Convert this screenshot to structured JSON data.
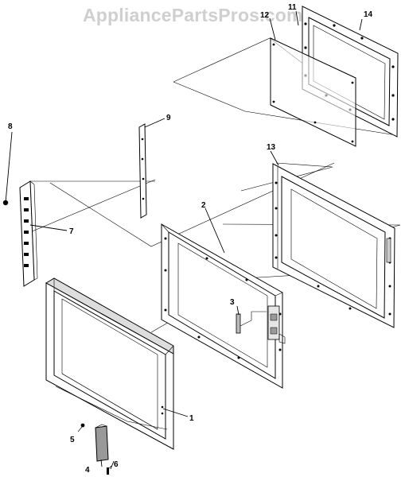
{
  "watermark": "AppliancePartsPros.com",
  "callouts": {
    "c1": "1",
    "c2": "2",
    "c3": "3",
    "c4": "4",
    "c5": "5",
    "c6": "6",
    "c7": "7",
    "c8": "8",
    "c9": "9",
    "c11": "11",
    "c12": "12",
    "c13": "13",
    "c14": "14"
  },
  "colors": {
    "line": "#000000",
    "part_fill": "#ffffff",
    "shade": "#d9d9d9",
    "watermark": "#cfcfcf"
  }
}
